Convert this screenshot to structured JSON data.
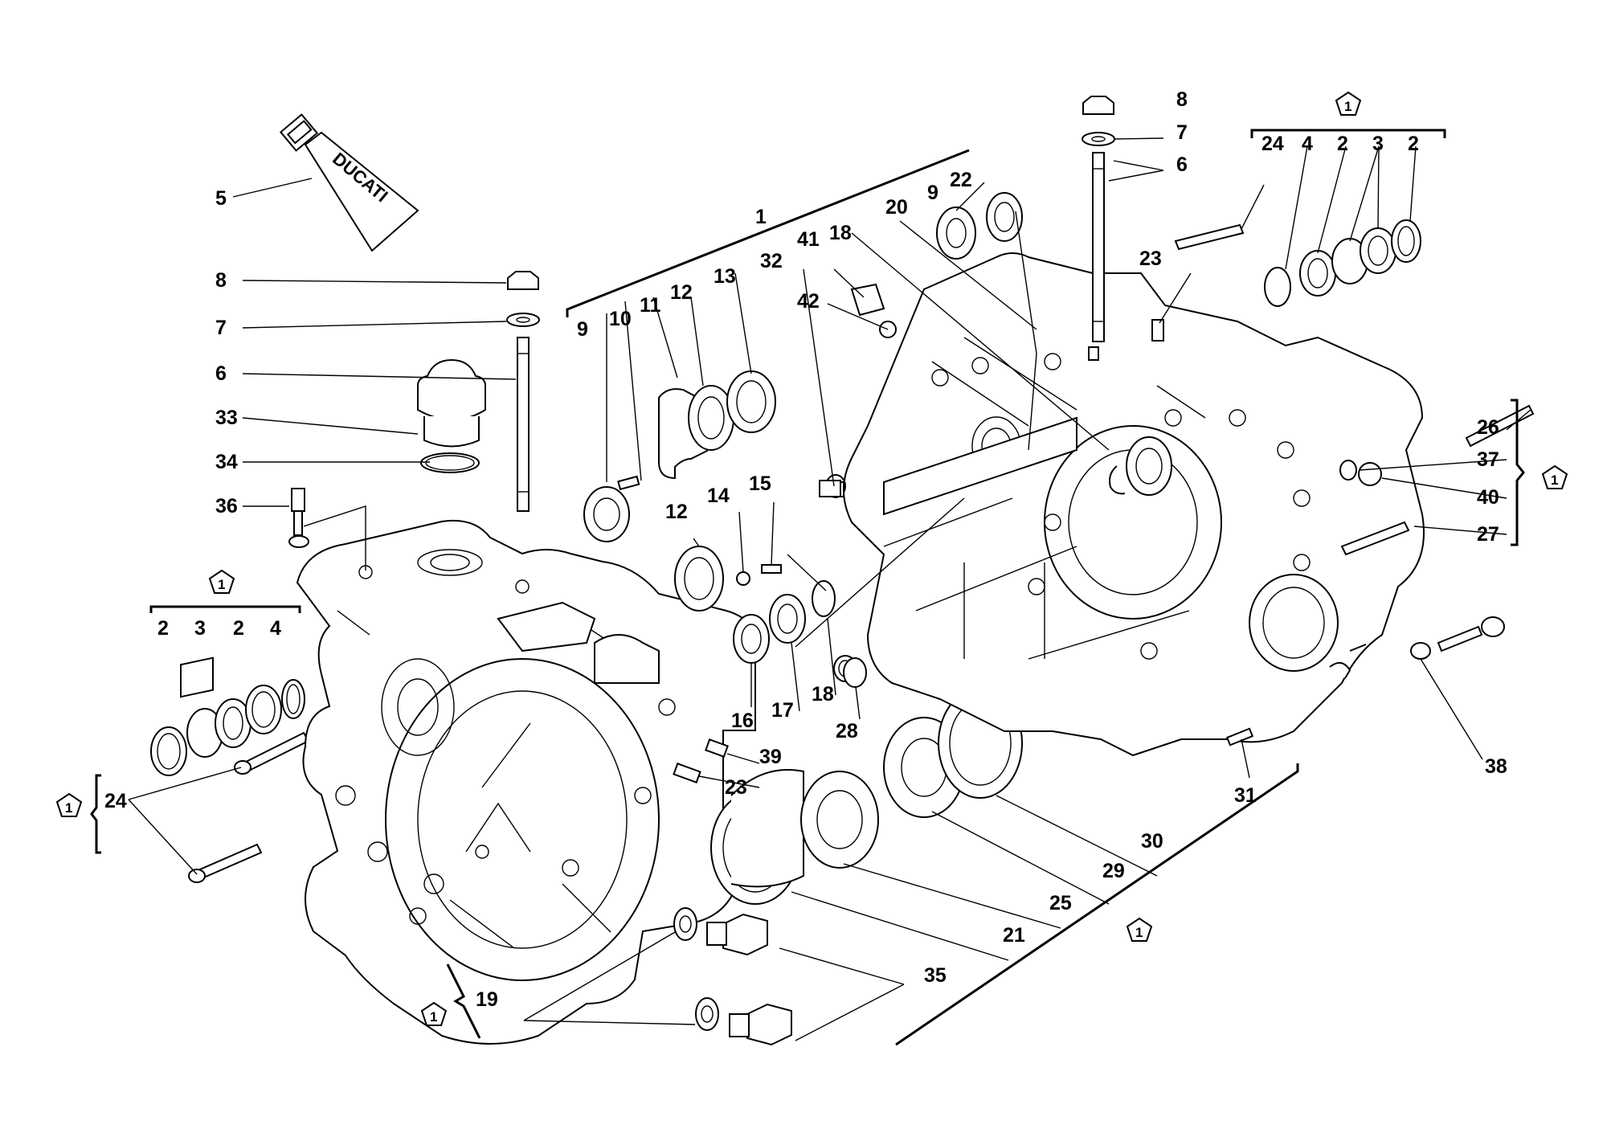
{
  "tube_brand": "DUCATI",
  "kit_marker": "1",
  "labels": [
    {
      "id": "l5",
      "text": "5"
    },
    {
      "id": "l8a",
      "text": "8"
    },
    {
      "id": "l7a",
      "text": "7"
    },
    {
      "id": "l6a",
      "text": "6"
    },
    {
      "id": "l33",
      "text": "33"
    },
    {
      "id": "l34",
      "text": "34"
    },
    {
      "id": "l36",
      "text": "36"
    },
    {
      "id": "l2a",
      "text": "2"
    },
    {
      "id": "l3a",
      "text": "3"
    },
    {
      "id": "l2b",
      "text": "2"
    },
    {
      "id": "l4a",
      "text": "4"
    },
    {
      "id": "l24a",
      "text": "24"
    },
    {
      "id": "l1",
      "text": "1"
    },
    {
      "id": "l9a",
      "text": "9"
    },
    {
      "id": "l10",
      "text": "10"
    },
    {
      "id": "l11",
      "text": "11"
    },
    {
      "id": "l12a",
      "text": "12"
    },
    {
      "id": "l13",
      "text": "13"
    },
    {
      "id": "l32",
      "text": "32"
    },
    {
      "id": "l41",
      "text": "41"
    },
    {
      "id": "l42",
      "text": "42"
    },
    {
      "id": "l18a",
      "text": "18"
    },
    {
      "id": "l20",
      "text": "20"
    },
    {
      "id": "l9b",
      "text": "9"
    },
    {
      "id": "l22",
      "text": "22"
    },
    {
      "id": "l8b",
      "text": "8"
    },
    {
      "id": "l7b",
      "text": "7"
    },
    {
      "id": "l6b",
      "text": "6"
    },
    {
      "id": "l23a",
      "text": "23"
    },
    {
      "id": "l24b",
      "text": "24"
    },
    {
      "id": "l4b",
      "text": "4"
    },
    {
      "id": "l2c",
      "text": "2"
    },
    {
      "id": "l3b",
      "text": "3"
    },
    {
      "id": "l2d",
      "text": "2"
    },
    {
      "id": "l26",
      "text": "26"
    },
    {
      "id": "l37",
      "text": "37"
    },
    {
      "id": "l40",
      "text": "40"
    },
    {
      "id": "l27",
      "text": "27"
    },
    {
      "id": "l12b",
      "text": "12"
    },
    {
      "id": "l14",
      "text": "14"
    },
    {
      "id": "l15",
      "text": "15"
    },
    {
      "id": "l16",
      "text": "16"
    },
    {
      "id": "l17",
      "text": "17"
    },
    {
      "id": "l18b",
      "text": "18"
    },
    {
      "id": "l28",
      "text": "28"
    },
    {
      "id": "l39",
      "text": "39"
    },
    {
      "id": "l23b",
      "text": "23"
    },
    {
      "id": "l31",
      "text": "31"
    },
    {
      "id": "l38",
      "text": "38"
    },
    {
      "id": "l30",
      "text": "30"
    },
    {
      "id": "l29",
      "text": "29"
    },
    {
      "id": "l25",
      "text": "25"
    },
    {
      "id": "l21",
      "text": "21"
    },
    {
      "id": "l35",
      "text": "35"
    },
    {
      "id": "l19",
      "text": "19"
    }
  ]
}
